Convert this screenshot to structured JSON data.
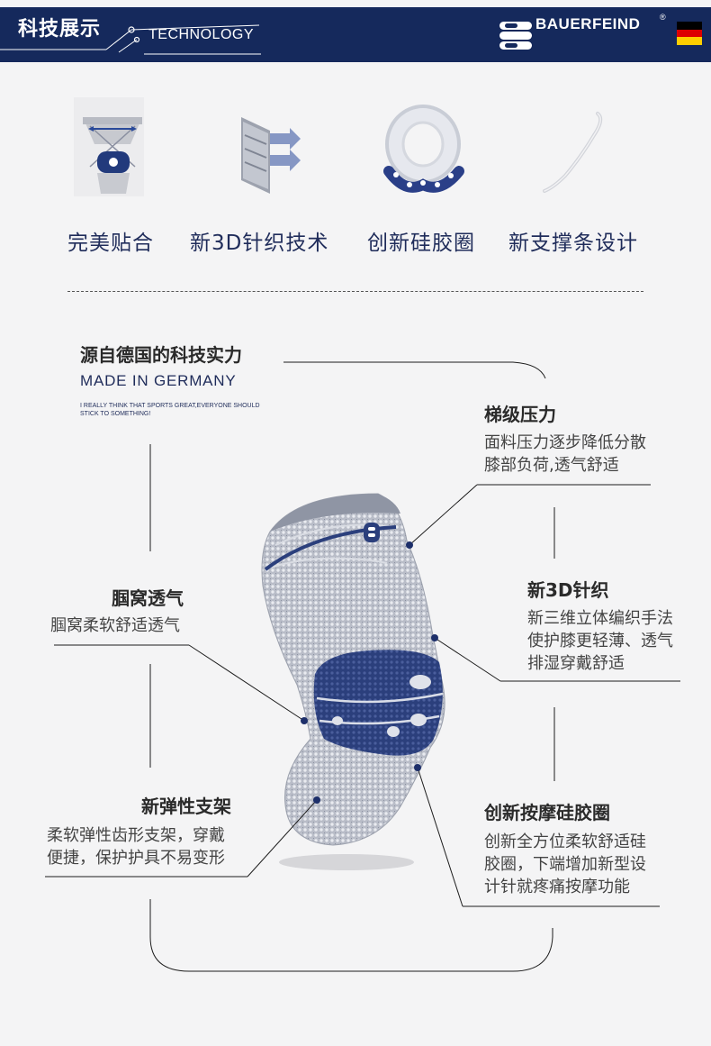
{
  "header": {
    "title_cn": "科技展示",
    "title_en": "TECHNOLOGY",
    "brand": "BAUERFEIND",
    "reg_mark": "®"
  },
  "colors": {
    "navy": "#15295c",
    "accent": "#1f2c5a",
    "background": "#f4f4f5"
  },
  "features": [
    {
      "label": "完美贴合",
      "icon": "knee-fit-icon"
    },
    {
      "label": "新3D针织技术",
      "icon": "3d-knit-icon"
    },
    {
      "label": "创新硅胶圈",
      "icon": "silicone-ring-icon"
    },
    {
      "label": "新支撑条设计",
      "icon": "support-stay-icon"
    }
  ],
  "callouts": {
    "germany": {
      "title": "源自德国的科技实力",
      "subtitle": "MADE IN GERMANY",
      "tagline": "I REALLY THINK THAT SPORTS GREAT,EVERYONE SHOULD STICK TO SOMETHING!"
    },
    "pressure": {
      "title": "梯级压力",
      "lines": [
        "面料压力逐步降低分散",
        "膝部负荷,透气舒适"
      ]
    },
    "popliteal": {
      "title": "腘窝透气",
      "lines": [
        "腘窝柔软舒适透气"
      ]
    },
    "knit3d": {
      "title": "新3D针织",
      "lines": [
        "新三维立体编织手法",
        "使护膝更轻薄、透气",
        "排湿穿戴舒适"
      ]
    },
    "elastic": {
      "title": "新弹性支架",
      "lines": [
        "柔软弹性齿形支架，穿戴",
        "便捷，保护护具不易变形"
      ]
    },
    "massage": {
      "title": "创新按摩硅胶圈",
      "lines": [
        "创新全方位柔软舒适硅",
        "胶圈，下端增加新型设",
        "计针就疼痛按摩功能"
      ]
    }
  }
}
